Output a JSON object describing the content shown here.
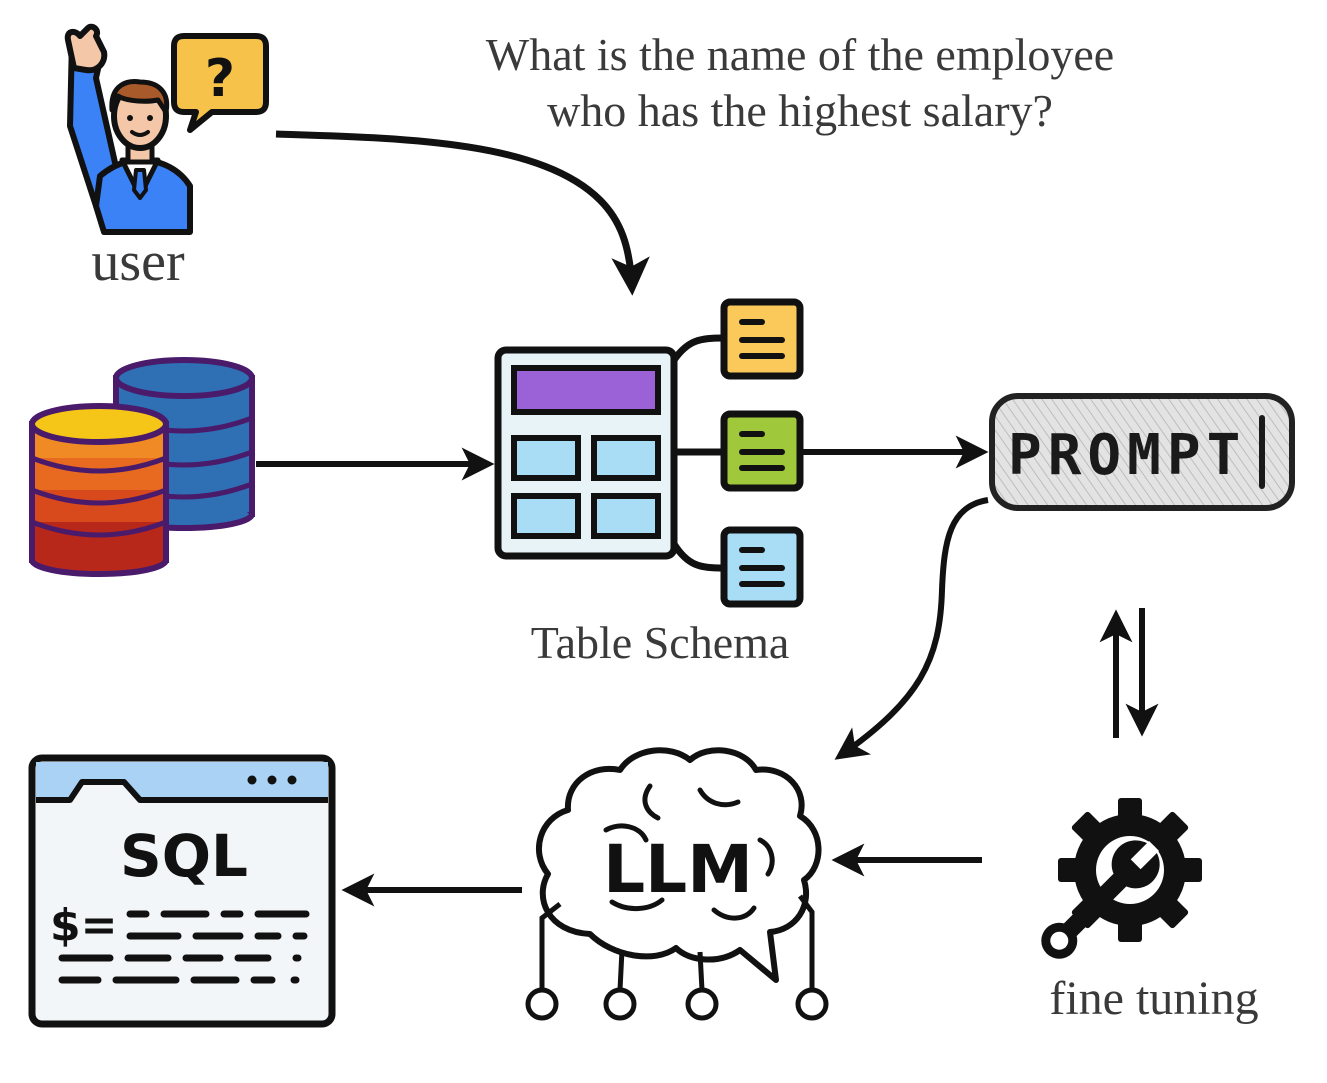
{
  "question": {
    "line1": "What is the name of the employee",
    "line2": "who has the highest salary?"
  },
  "labels": {
    "user": "user",
    "table_schema": "Table Schema",
    "prompt": "PROMPT",
    "llm": "LLM",
    "sql": "SQL",
    "sql_prompt": "$=",
    "fine_tuning": "fine tuning",
    "help_mark": "?"
  },
  "icons": {
    "user": "user-raising-hand-icon",
    "speech": "question-speech-bubble-icon",
    "database": "database-stack-icon",
    "schema": "table-schema-icon",
    "prompt": "prompt-input-icon",
    "llm": "brain-circuit-icon",
    "sql": "sql-window-icon",
    "fine_tuning": "wrench-gear-icon"
  },
  "colors": {
    "text": "#3a3a3a",
    "stroke": "#111111",
    "user_shirt": "#3b82f6",
    "speech": "#f7c24a",
    "db_blue": "#2f6fb3",
    "db_orange": "#f08a24",
    "db_red": "#c0301e",
    "db_yellow": "#f5c518",
    "db_outline": "#4a1a6b",
    "schema_header": "#9a62d6",
    "schema_cell": "#a9ddf5",
    "schema_bg": "#e7f3f7",
    "note_yellow": "#fbc95a",
    "note_green": "#9fc83a",
    "note_blue": "#a9ddf5",
    "prompt_bg": "#d9d9d9",
    "sql_header": "#a9d2f5",
    "sql_bg": "#f3f6f8"
  }
}
